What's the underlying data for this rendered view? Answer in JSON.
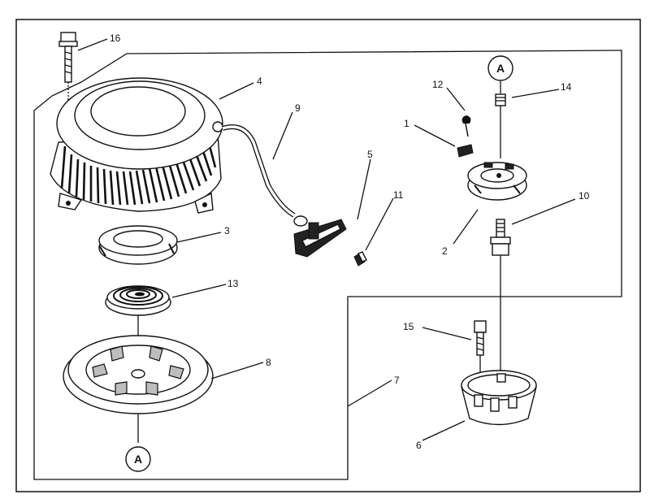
{
  "callouts": [
    {
      "id": "16",
      "text": "16"
    },
    {
      "id": "4",
      "text": "4"
    },
    {
      "id": "9",
      "text": "9"
    },
    {
      "id": "5",
      "text": "5"
    },
    {
      "id": "12",
      "text": "12"
    },
    {
      "id": "1",
      "text": "1"
    },
    {
      "id": "14",
      "text": "14"
    },
    {
      "id": "10",
      "text": "10"
    },
    {
      "id": "11",
      "text": "11"
    },
    {
      "id": "2",
      "text": "2"
    },
    {
      "id": "3",
      "text": "3"
    },
    {
      "id": "13",
      "text": "13"
    },
    {
      "id": "8",
      "text": "8"
    },
    {
      "id": "15",
      "text": "15"
    },
    {
      "id": "7",
      "text": "7"
    },
    {
      "id": "6",
      "text": "6"
    }
  ],
  "connectors": {
    "top": "A",
    "bottom": "A"
  }
}
